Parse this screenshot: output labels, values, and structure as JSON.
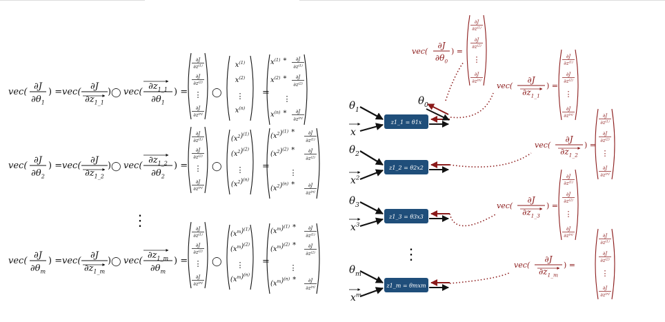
{
  "colors": {
    "ink": "#111111",
    "accent": "#8b1a1a",
    "box_fill": "#1f4e7a",
    "box_text": "#ffffff"
  },
  "vertical_dots": "⋮",
  "left_equations": [
    {
      "sub": "1",
      "z_sub": "1_1",
      "x_base": "x",
      "x_pow": "",
      "row_sub": [
        "(1)",
        "(2)",
        "(n)"
      ]
    },
    {
      "sub": "2",
      "z_sub": "1_2",
      "x_base": "x",
      "x_pow": "2",
      "row_sub": [
        "(1)",
        "(2)",
        "(n)"
      ]
    },
    {
      "sub": "m",
      "z_sub": "1_m",
      "x_base": "x",
      "x_pow": "m",
      "row_sub": [
        "(1)",
        "(2)",
        "(n)"
      ]
    }
  ],
  "eq_text": {
    "vec": "vec(",
    "close": ")",
    "equals": "=",
    "dJ": "∂J",
    "d_theta": "∂θ",
    "d_z": "∂z",
    "odot": "◯",
    "times": " ∗ ",
    "dz_rows": [
      "∂z(1)",
      "∂z(2)",
      "∂z(n)"
    ]
  },
  "diagram": {
    "theta_labels": [
      "θ1",
      "θ2",
      "θ3",
      "θm"
    ],
    "x_labels": [
      "x",
      "x2",
      "x3",
      "xm"
    ],
    "theta0_label": "θ0",
    "boxes": [
      "z1_1 = θ1x",
      "z1_2 = θ2x2",
      "z1_3 = θ3x3",
      "z1_m = θmxm"
    ]
  },
  "red_vectors": [
    {
      "num": "∂J",
      "den": "∂θ0",
      "den_kind": "theta",
      "den_sub": "0"
    },
    {
      "num": "∂J",
      "den": "∂z1_1",
      "den_kind": "z",
      "den_sub": "1_1"
    },
    {
      "num": "∂J",
      "den": "∂z1_2",
      "den_kind": "z",
      "den_sub": "1_2"
    },
    {
      "num": "∂J",
      "den": "∂z1_3",
      "den_kind": "z",
      "den_sub": "1_3"
    },
    {
      "num": "∂J",
      "den": "∂z1_m",
      "den_kind": "z",
      "den_sub": "1_m"
    }
  ]
}
